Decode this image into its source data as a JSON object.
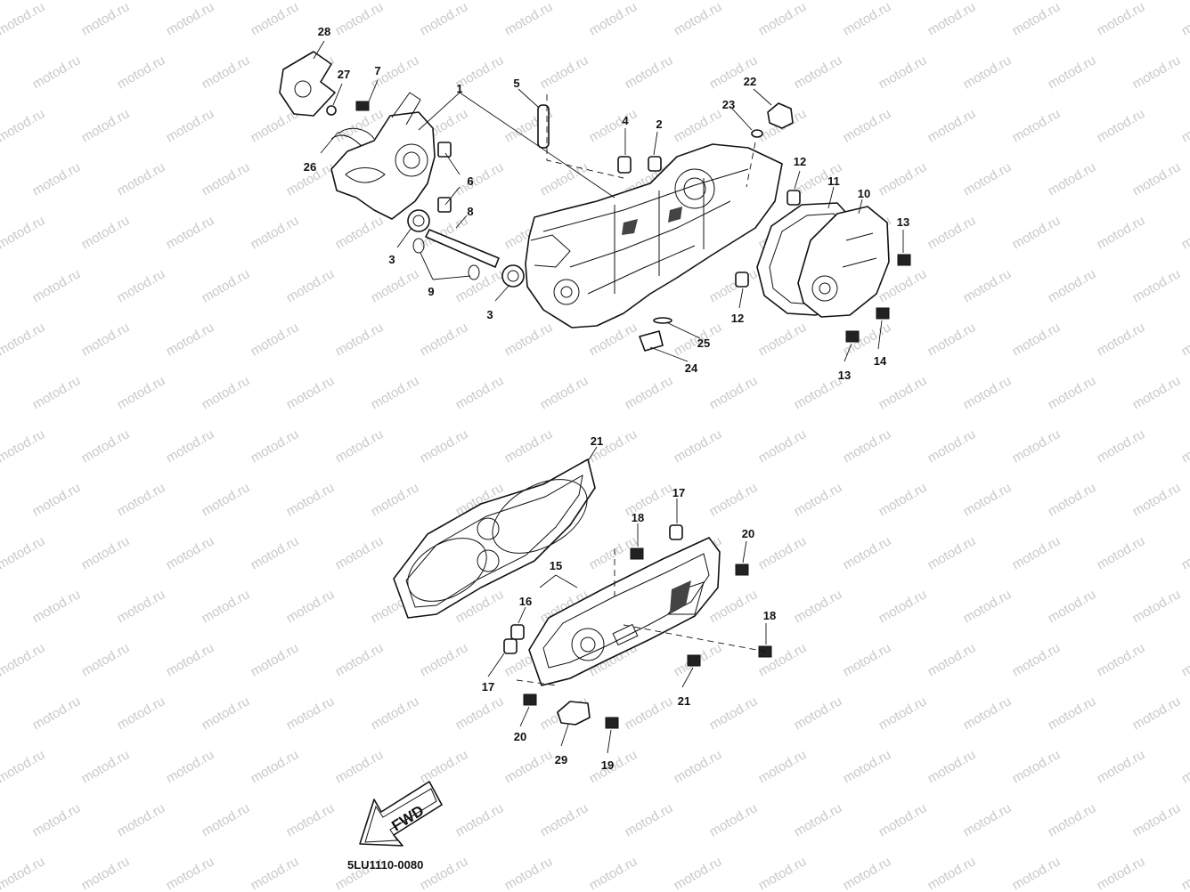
{
  "watermark": "motod.ru",
  "part_code": "5LU1110-0080",
  "fwd_label": "FWD",
  "callouts": [
    "28",
    "27",
    "7",
    "26",
    "1",
    "6",
    "8",
    "3",
    "9",
    "3",
    "5",
    "4",
    "2",
    "23",
    "22",
    "12",
    "11",
    "10",
    "13",
    "12",
    "25",
    "24",
    "13",
    "14",
    "21",
    "17",
    "18",
    "20",
    "15",
    "16",
    "18",
    "17",
    "21",
    "20",
    "29",
    "19"
  ]
}
